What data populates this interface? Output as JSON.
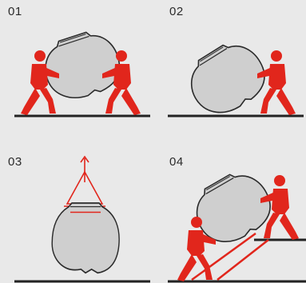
{
  "colors": {
    "figure": "#e1261c",
    "urn_fill": "#cfcfcf",
    "urn_stroke": "#2a2a2a",
    "ground": "#222222",
    "background": "#e9e9e9"
  },
  "steps": [
    {
      "label": "01"
    },
    {
      "label": "02"
    },
    {
      "label": "03"
    },
    {
      "label": "04"
    }
  ]
}
